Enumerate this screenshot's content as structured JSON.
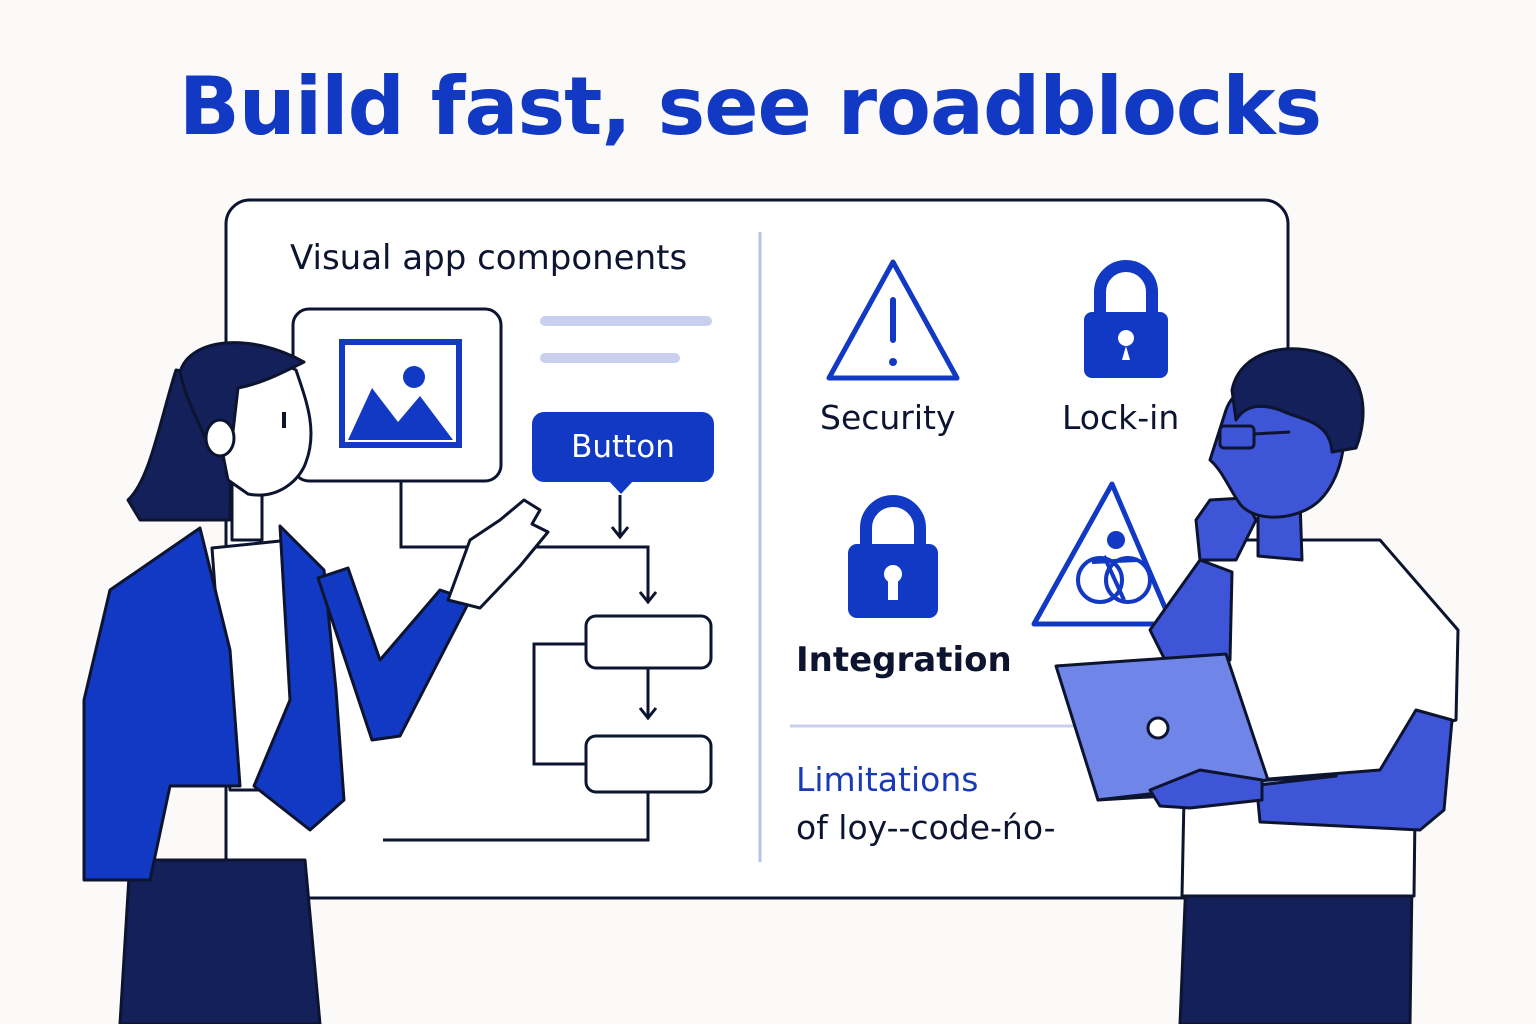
{
  "headline": "Build fast, see roadblocks",
  "panel": {
    "components_title": "Visual app components",
    "button_label": "Button"
  },
  "roadblocks": {
    "security": "Security",
    "lock_in": "Lock-in",
    "integration": "Integration"
  },
  "limitations": {
    "line1": "Limitations",
    "line2": "of loy--code-ńo-"
  },
  "icons": {
    "image": "image-placeholder-icon",
    "warning": "warning-triangle-icon",
    "lock_closed": "padlock-icon",
    "lock_keyhole": "keyhole-padlock-icon",
    "hazard": "hazard-sign-icon"
  },
  "colors": {
    "brand_blue": "#1139c4",
    "ink": "#0c1430",
    "skin": "#3f55d8",
    "laptop": "#6f86e8",
    "background": "#fbfaf8"
  }
}
